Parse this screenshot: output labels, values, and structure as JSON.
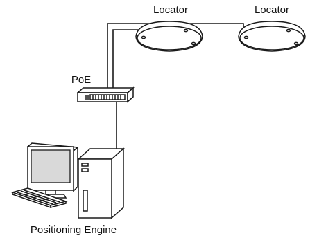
{
  "labels": {
    "locator_1": "Locator",
    "locator_2": "Locator",
    "poe": "PoE",
    "engine": "Positioning Engine"
  },
  "icons": {
    "locator": "ceiling-locator-icon",
    "switch": "poe-switch-icon",
    "computer": "desktop-computer-icon"
  },
  "colors": {
    "line": "#1a1a1a",
    "background": "#ffffff"
  }
}
